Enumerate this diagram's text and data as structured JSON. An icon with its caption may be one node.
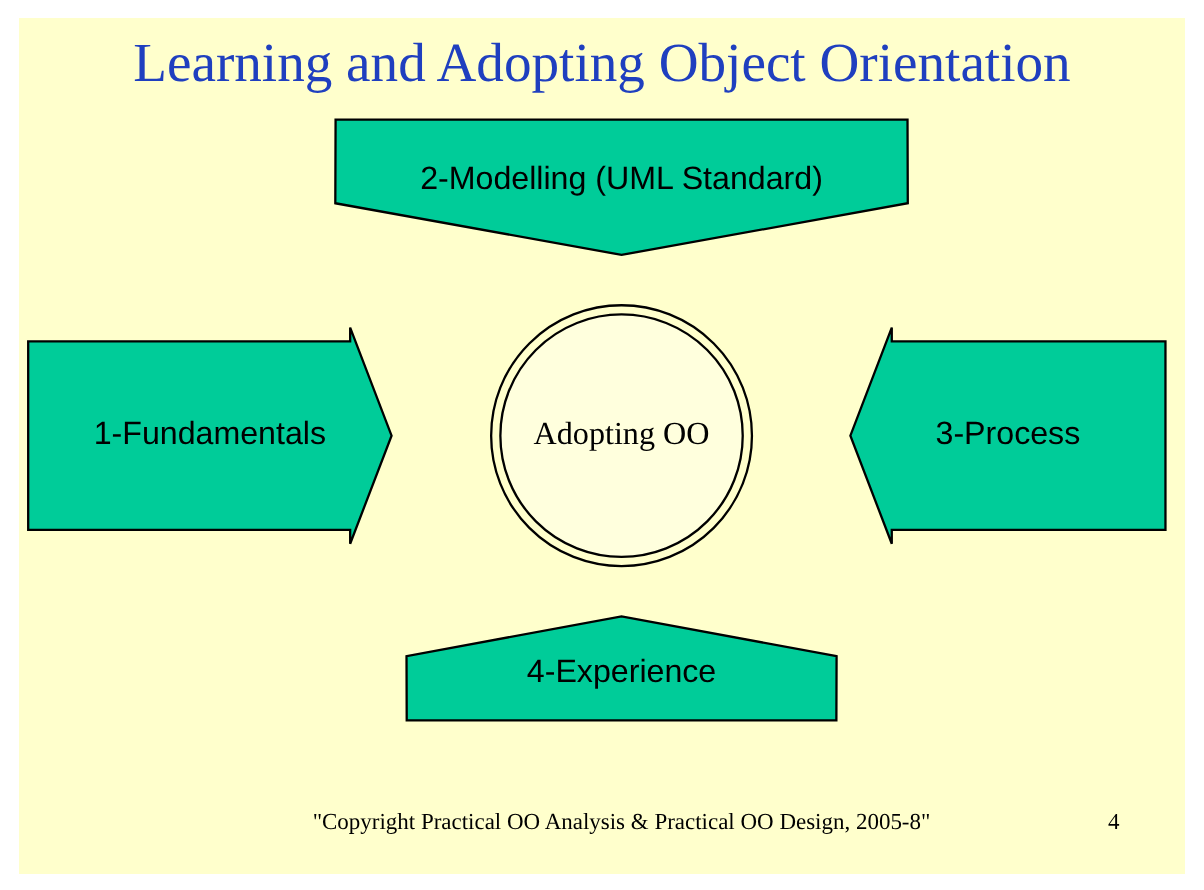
{
  "diagram": {
    "title": "Learning and Adopting Object Orientation",
    "nodes": [
      {
        "text": [
          "2-Modelling (UML Standard)"
        ]
      },
      {
        "text": [
          "1-Fundamentals"
        ]
      },
      {
        "text": [
          "Adopting OO"
        ]
      },
      {
        "text": [
          "3-Process"
        ]
      },
      {
        "text": [
          "4-Experience"
        ]
      }
    ],
    "edges": [],
    "labels": [
      "\"Copyright Practical OO Analysis & Practical OO Design, 2005-8\"",
      "4"
    ]
  }
}
